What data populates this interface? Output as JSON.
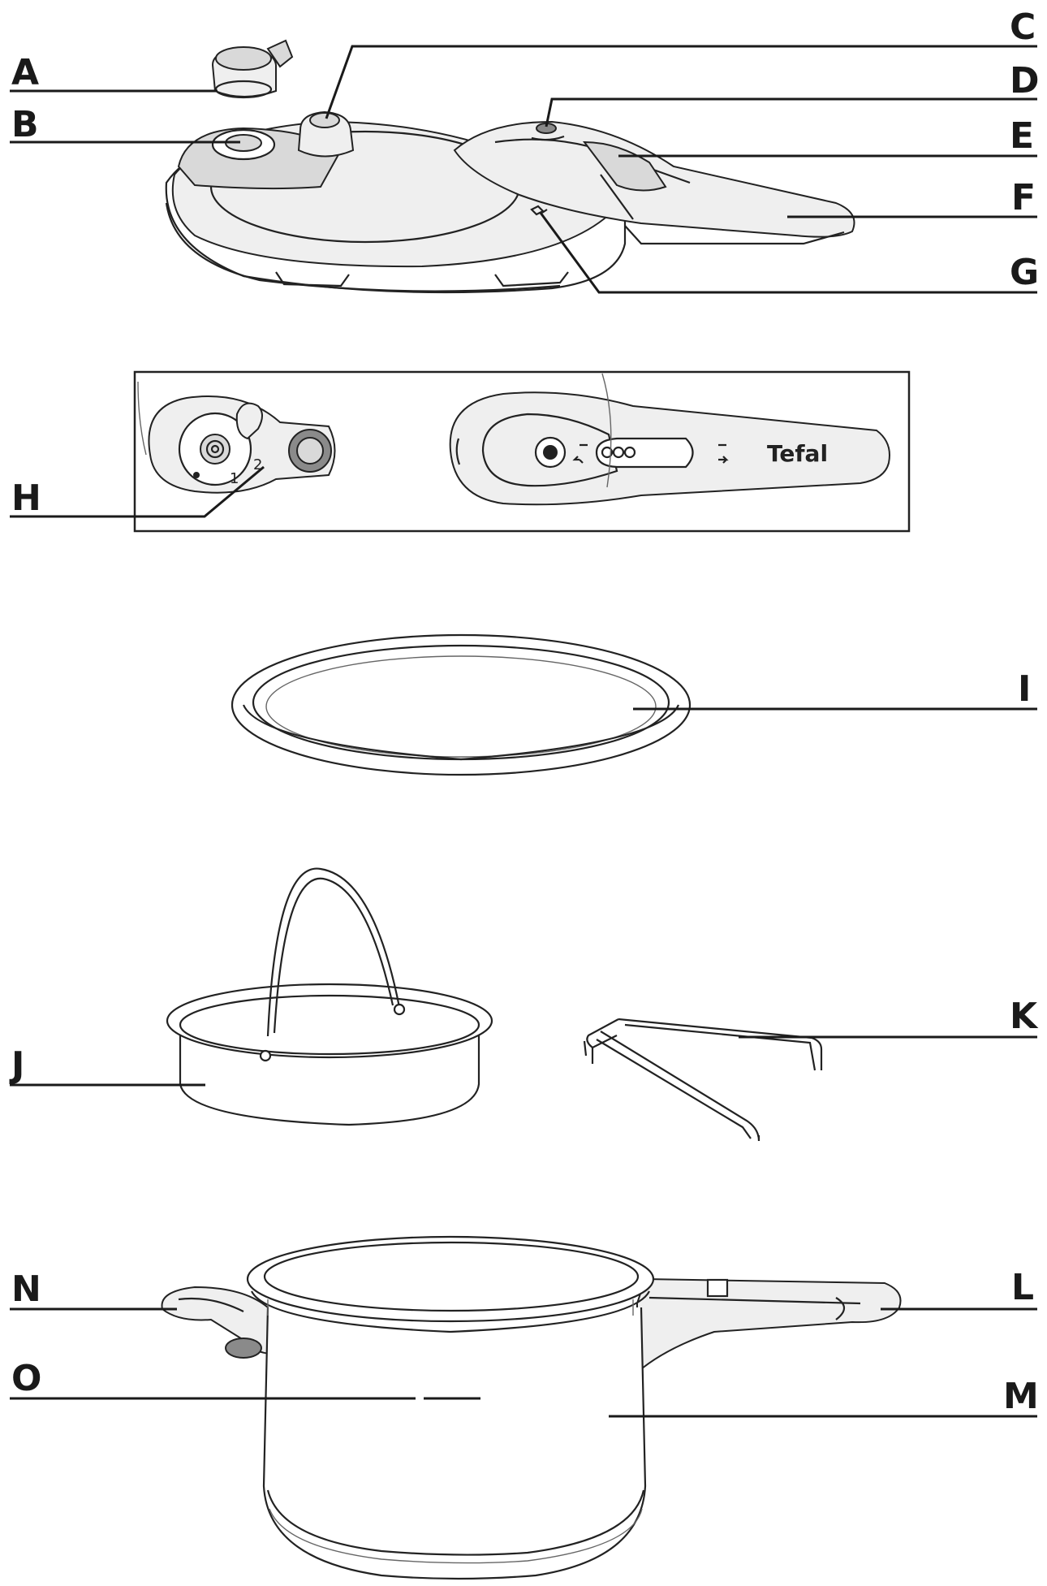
{
  "labels": {
    "A": "A",
    "B": "B",
    "C": "C",
    "D": "D",
    "E": "E",
    "F": "F",
    "G": "G",
    "H": "H",
    "I": "I",
    "J": "J",
    "K": "K",
    "L": "L",
    "M": "M",
    "N": "N",
    "O": "O"
  },
  "detail": {
    "brand": "Tefal",
    "dial_mark_1": "1",
    "dial_mark_2": "2"
  }
}
